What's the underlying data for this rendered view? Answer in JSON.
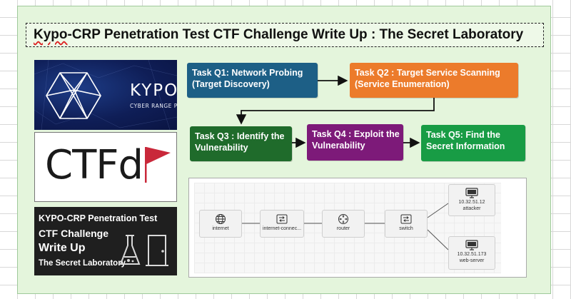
{
  "title": {
    "prefix": "Kypo",
    "rest": "-CRP Penetration Test CTF Challenge Write Up : The Secret Laboratory"
  },
  "kypo_logo": {
    "name": "KYPO",
    "tagline": "CYBER RANGE PLATFORM"
  },
  "ctfd_logo": {
    "text": "CTFd"
  },
  "writeup_card": {
    "line1": "KYPO-CRP Penetration Test",
    "line2": "CTF Challenge",
    "line3": "Write Up",
    "line4": "The Secret Laboratory"
  },
  "tasks": [
    {
      "label": "Task Q1: Network Probing (Target Discovery)",
      "color": "#1d5f86"
    },
    {
      "label": "Task Q2 : Target Service Scanning (Service Enumeration)",
      "color": "#ec7b2b"
    },
    {
      "label": "Task Q3 : Identify the Vulnerability",
      "color": "#1f6b2b"
    },
    {
      "label": "Task Q4 : Exploit the Vulnerability",
      "color": "#7d1a79"
    },
    {
      "label": "Task Q5: Find the Secret Information",
      "color": "#189c45"
    }
  ],
  "topology": {
    "nodes": [
      {
        "label": "internet",
        "icon": "globe-icon"
      },
      {
        "label": "internet-connec...",
        "icon": "network-switch-icon"
      },
      {
        "label": "router",
        "icon": "router-icon"
      },
      {
        "label": "switch",
        "icon": "network-switch-icon"
      },
      {
        "ip": "10.32.51.12",
        "label": "attacker",
        "icon": "monitor-icon"
      },
      {
        "ip": "10.32.51.173",
        "label": "web-server",
        "icon": "monitor-icon"
      }
    ]
  },
  "colors": {
    "panel_bg": "#e4f5dc",
    "kypo_bg": "#0f1e57",
    "ctfd_flag": "#c9283a",
    "card_bg": "#1f1f1f"
  }
}
